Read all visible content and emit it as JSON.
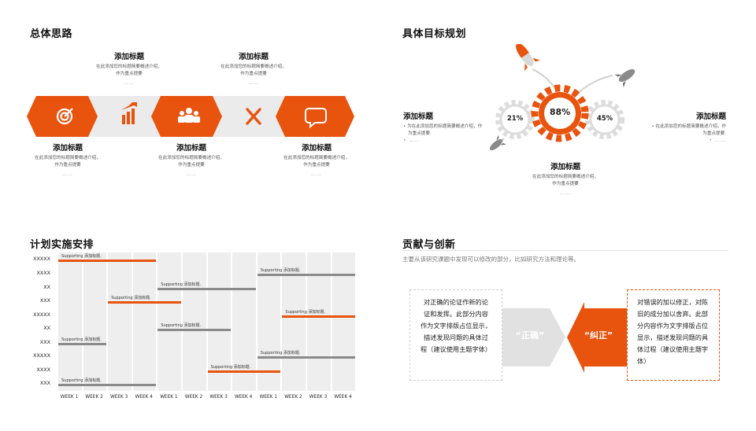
{
  "colors": {
    "accent": "#e8530e",
    "gray": "#8a8a8a",
    "light": "#e6e6e6"
  },
  "q1": {
    "title": "总体思路",
    "top_items": [
      {
        "title": "添加标题",
        "line1": "在此添加您的标题简要概述介绍，",
        "line2": "作为重点提要",
        "dots": "……"
      },
      {
        "title": "添加标题",
        "line1": "在此添加您的标题简要概述介绍，",
        "line2": "作为重点提要",
        "dots": "……"
      }
    ],
    "bottom_items": [
      {
        "title": "添加标题",
        "line1": "在此添加您的标题简要概述介绍，",
        "line2": "作为重点提要",
        "dots": "……"
      },
      {
        "title": "添加标题",
        "line1": "在此添加您的标题简要概述介绍，",
        "line2": "作为重点提要",
        "dots": "……"
      },
      {
        "title": "添加标题",
        "line1": "在此添加您的标题简要概述介绍，",
        "line2": "作为重点提要",
        "dots": "……"
      }
    ],
    "icons": [
      "target-icon",
      "chart-up-icon",
      "team-icon",
      "tools-icon",
      "chat-icon"
    ]
  },
  "q2": {
    "title": "具体目标规划",
    "left": {
      "title": "添加标题",
      "line1": "为在此添加您的标题简要概述介绍，作",
      "line2": "为重点提要.",
      "dots": "……"
    },
    "right": {
      "title": "添加标题",
      "line1": "在此添加您的标题简要概述介绍，作",
      "line2": "为重点提要.",
      "dots": "……"
    },
    "bottom": {
      "title": "添加标题",
      "line1": "在此添加您的标题简要概述介绍，",
      "line2": "作为重点提要",
      "dots": "……"
    },
    "gears": {
      "left": "21%",
      "center": "88%",
      "right": "45%"
    }
  },
  "q3": {
    "title": "计划实施安排",
    "weeks": [
      "WEEK 1",
      "WEEK 2",
      "WEEK 3",
      "WEEK 4",
      "WEEK 1",
      "WEEK 2",
      "WEEK 3",
      "WEEK 4",
      "WEEK 1",
      "WEEK 2",
      "WEEK 3",
      "WEEK 4"
    ],
    "rows": [
      "XXXXX",
      "XXXX",
      "XX",
      "XXX",
      "XXXXX",
      "XX",
      "XXX",
      "XXXXX",
      "XXXX",
      "XXX"
    ],
    "bars": [
      {
        "label": "Supporting 添加标题.",
        "row": 0,
        "start": 0,
        "end": 4,
        "color": "orange"
      },
      {
        "label": "Supporting 添加标题.",
        "row": 1,
        "start": 8,
        "end": 12,
        "color": "gray"
      },
      {
        "label": "Supporting 添加标题.",
        "row": 2,
        "start": 4,
        "end": 8,
        "color": "gray"
      },
      {
        "label": "Supporting 添加标题.",
        "row": 3,
        "start": 2,
        "end": 5,
        "color": "orange"
      },
      {
        "label": "Supporting 添加标题.",
        "row": 4,
        "start": 9,
        "end": 12,
        "color": "orange"
      },
      {
        "label": "Supporting 添加标题.",
        "row": 5,
        "start": 4,
        "end": 7,
        "color": "gray"
      },
      {
        "label": "Supporting 添加标题.",
        "row": 6,
        "start": 0,
        "end": 2,
        "color": "gray"
      },
      {
        "label": "Supporting 添加标题.",
        "row": 7,
        "start": 8,
        "end": 12,
        "color": "gray"
      },
      {
        "label": "Supporting 添加标题.",
        "row": 8,
        "start": 6,
        "end": 9,
        "color": "orange"
      },
      {
        "label": "Supporting 添加标题.",
        "row": 9,
        "start": 0,
        "end": 4,
        "color": "gray"
      }
    ]
  },
  "q4": {
    "title": "贡献与创新",
    "subtitle": "主要从该研究课题中发现可以修改的部分，比如研究方法和理论等。",
    "left_box": [
      "对正确的论证作新的论",
      "证和发挥。此部分内容",
      "作为文字排版占位显示，",
      "描述发现问题的具体过",
      "程（建议使用主题字体）"
    ],
    "right_box": [
      "对错误的加以修正，对陈",
      "旧的成分加以舍弃。此部",
      "分内容作为文字排版占位",
      "显示，描述发现问题的具",
      "体过程（建议使用主题字",
      "体）"
    ],
    "arrow_left": "“正确”",
    "arrow_right": "“纠正”"
  }
}
